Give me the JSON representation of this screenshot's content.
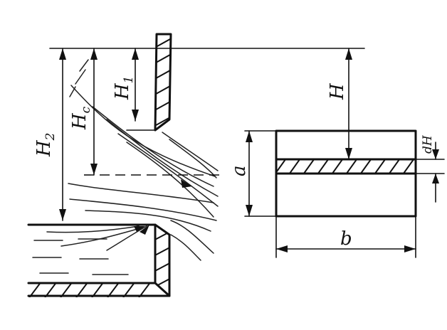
{
  "labels": {
    "h2": "H",
    "h2_sub": "2",
    "hc": "H",
    "hc_sub": "c",
    "h1": "H",
    "h1_sub": "1",
    "h": "H",
    "dh": "dH",
    "a": "a",
    "b": "b"
  }
}
